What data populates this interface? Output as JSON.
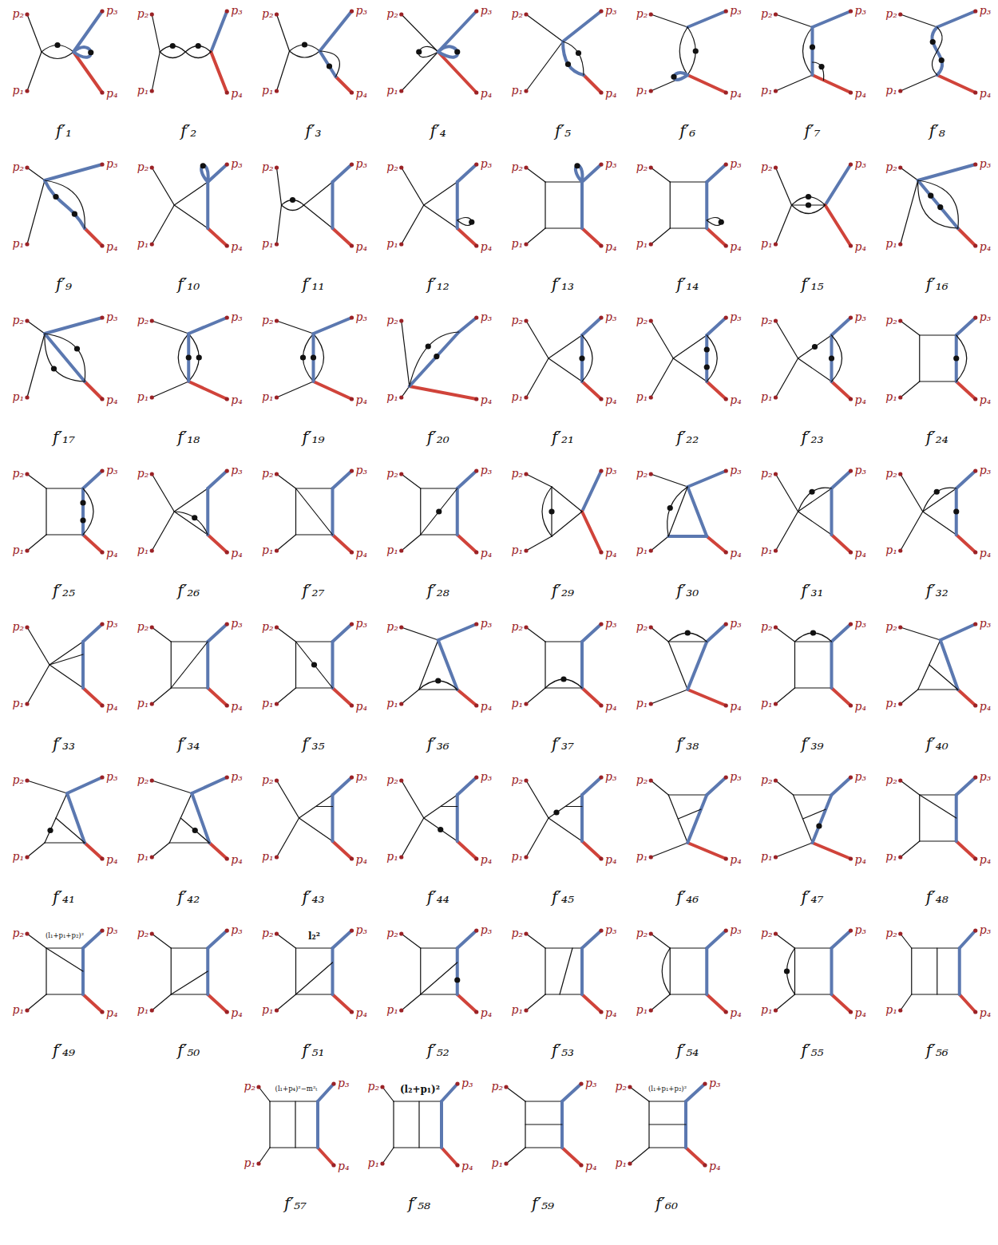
{
  "diagram": {
    "labels": [
      "p₂",
      "p₃",
      "p₁",
      "p₄",
      "f′₁",
      "p₂",
      "p₃",
      "p₁",
      "p₄",
      "f′₂",
      "p₂",
      "p₃",
      "p₁",
      "p₄",
      "f′₃",
      "p₂",
      "p₃",
      "p₁",
      "p₄",
      "f′₄",
      "p₂",
      "p₃",
      "p₁",
      "p₄",
      "f′₅",
      "p₂",
      "p₃",
      "p₁",
      "p₄",
      "f′₆",
      "p₂",
      "p₃",
      "p₁",
      "p₄",
      "f′₇",
      "p₂",
      "p₃",
      "p₁",
      "p₄",
      "f′₈",
      "p₂",
      "p₃",
      "p₁",
      "p₄",
      "f′₉",
      "p₂",
      "p₃",
      "p₁",
      "p₄",
      "f′₁₀",
      "p₂",
      "p₃",
      "p₁",
      "p₄",
      "f′₁₁",
      "p₂",
      "p₃",
      "p₁",
      "p₄",
      "f′₁₂",
      "p₂",
      "p₃",
      "p₁",
      "p₄",
      "f′₁₃",
      "p₂",
      "p₃",
      "p₁",
      "p₄",
      "f′₁₄",
      "p₂",
      "p₃",
      "p₁",
      "p₄",
      "f′₁₅",
      "p₂",
      "p₃",
      "p₁",
      "p₄",
      "f′₁₆",
      "p₂",
      "p₃",
      "p₁",
      "p₄",
      "f′₁₇",
      "p₂",
      "p₃",
      "p₁",
      "p₄",
      "f′₁₈",
      "p₂",
      "p₃",
      "p₁",
      "p₄",
      "f′₁₉",
      "p₂",
      "p₃",
      "p₁",
      "p₄",
      "f′₂₀",
      "p₂",
      "p₃",
      "p₁",
      "p₄",
      "f′₂₁",
      "p₂",
      "p₃",
      "p₁",
      "p₄",
      "f′₂₂",
      "p₂",
      "p₃",
      "p₁",
      "p₄",
      "f′₂₃",
      "p₂",
      "p₃",
      "p₁",
      "p₄",
      "f′₂₄",
      "p₂",
      "p₃",
      "p₁",
      "p₄",
      "f′₂₅",
      "p₂",
      "p₃",
      "p₁",
      "p₄",
      "f′₂₆",
      "p₂",
      "p₃",
      "p₁",
      "p₄",
      "f′₂₇",
      "p₂",
      "p₃",
      "p₁",
      "p₄",
      "f′₂₈",
      "p₂",
      "p₃",
      "p₁",
      "p₄",
      "f′₂₉",
      "p₂",
      "p₃",
      "p₁",
      "p₄",
      "f′₃₀",
      "p₂",
      "p₃",
      "p₁",
      "p₄",
      "f′₃₁",
      "p₂",
      "p₃",
      "p₁",
      "p₄",
      "f′₃₂",
      "p₂",
      "p₃",
      "p₁",
      "p₄",
      "f′₃₃",
      "p₂",
      "p₃",
      "p₁",
      "p₄",
      "f′₃₄",
      "p₂",
      "p₃",
      "p₁",
      "p₄",
      "f′₃₅",
      "p₂",
      "p₃",
      "p₁",
      "p₄",
      "f′₃₆",
      "p₂",
      "p₃",
      "p₁",
      "p₄",
      "f′₃₇",
      "p₂",
      "p₃",
      "p₁",
      "p₄",
      "f′₃₈",
      "p₂",
      "p₃",
      "p₁",
      "p₄",
      "f′₃₉",
      "p₂",
      "p₃",
      "p₁",
      "p₄",
      "f′₄₀",
      "p₂",
      "p₃",
      "p₁",
      "p₄",
      "f′₄₁",
      "p₂",
      "p₃",
      "p₁",
      "p₄",
      "f′₄₂",
      "p₂",
      "p₃",
      "p₁",
      "p₄",
      "f′₄₃",
      "p₂",
      "p₃",
      "p₁",
      "p₄",
      "f′₄₄",
      "p₂",
      "p₃",
      "p₁",
      "p₄",
      "f′₄₅",
      "p₂",
      "p₃",
      "p₁",
      "p₄",
      "f′₄₆",
      "p₂",
      "p₃",
      "p₁",
      "p₄",
      "f′₄₇",
      "p₂",
      "p₃",
      "p₁",
      "p₄",
      "f′₄₈",
      "p₂",
      "p₃",
      "p₁",
      "p₄",
      "f′₄₉",
      "p₂",
      "p₃",
      "p₁",
      "p₄",
      "f′₅₀",
      "p₂",
      "p₃",
      "p₁",
      "p₄",
      "f′₅₁",
      "p₂",
      "p₃",
      "p₁",
      "p₄",
      "f′₅₂",
      "p₂",
      "p₃",
      "p₁",
      "p₄",
      "f′₅₃",
      "p₂",
      "p₃",
      "p₁",
      "p₄",
      "f′₅₄",
      "p₂",
      "p₃",
      "p₁",
      "p₄",
      "f′₅₅",
      "p₂",
      "p₃",
      "p₁",
      "p₄",
      "f′₅₆",
      "p₂",
      "p₃",
      "p₁",
      "p₄",
      "f′₅₇",
      "p₂",
      "p₃",
      "p₁",
      "p₄",
      "f′₅₈",
      "p₂",
      "p₃",
      "p₁",
      "p₄",
      "f′₅₉",
      "p₂",
      "p₃",
      "p₁",
      "p₄",
      "f′₆₀",
      "(l₁+p₁+p₂)²",
      "l₂²",
      "(l₁+p₄)²−m²ₜ",
      "(l₂+p₁)²",
      "(l₁+p₁+p₂)²"
    ]
  }
}
